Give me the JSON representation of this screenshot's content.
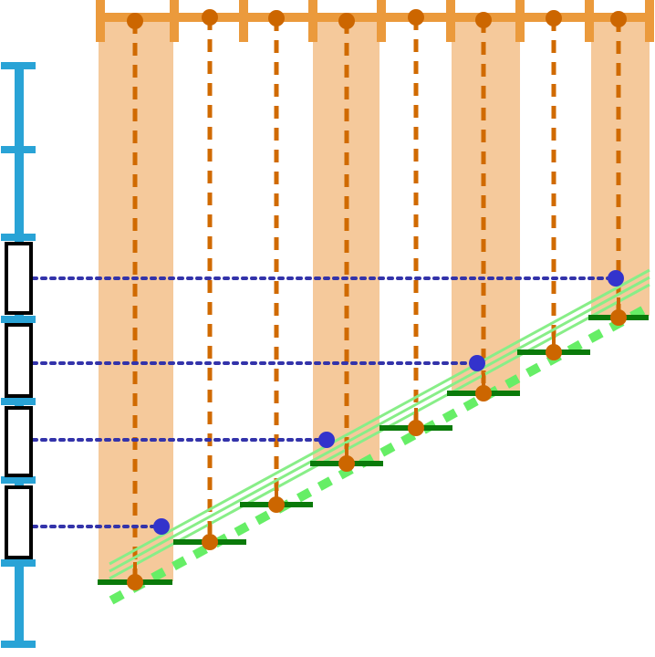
{
  "colors": {
    "background": "#ffffff",
    "column_band": "#f5c99b",
    "top_ruler": "#eb9a3c",
    "vertical_dash": "#d06a00",
    "joint_dot": "#cc6600",
    "step_bar": "#0a7a0a",
    "diagonal_band": "#88ee88",
    "diagonal_dotted": "#66ee66",
    "left_ruler": "#29a3d6",
    "left_box_stroke": "#000000",
    "left_box_fill": "#ffffff",
    "blue_dot": "#3333cc",
    "horizontal_dotted": "#3333aa"
  },
  "icons": {
    "joint": "filled-circle",
    "marker": "filled-circle",
    "left_box": "outlined-rectangle"
  }
}
